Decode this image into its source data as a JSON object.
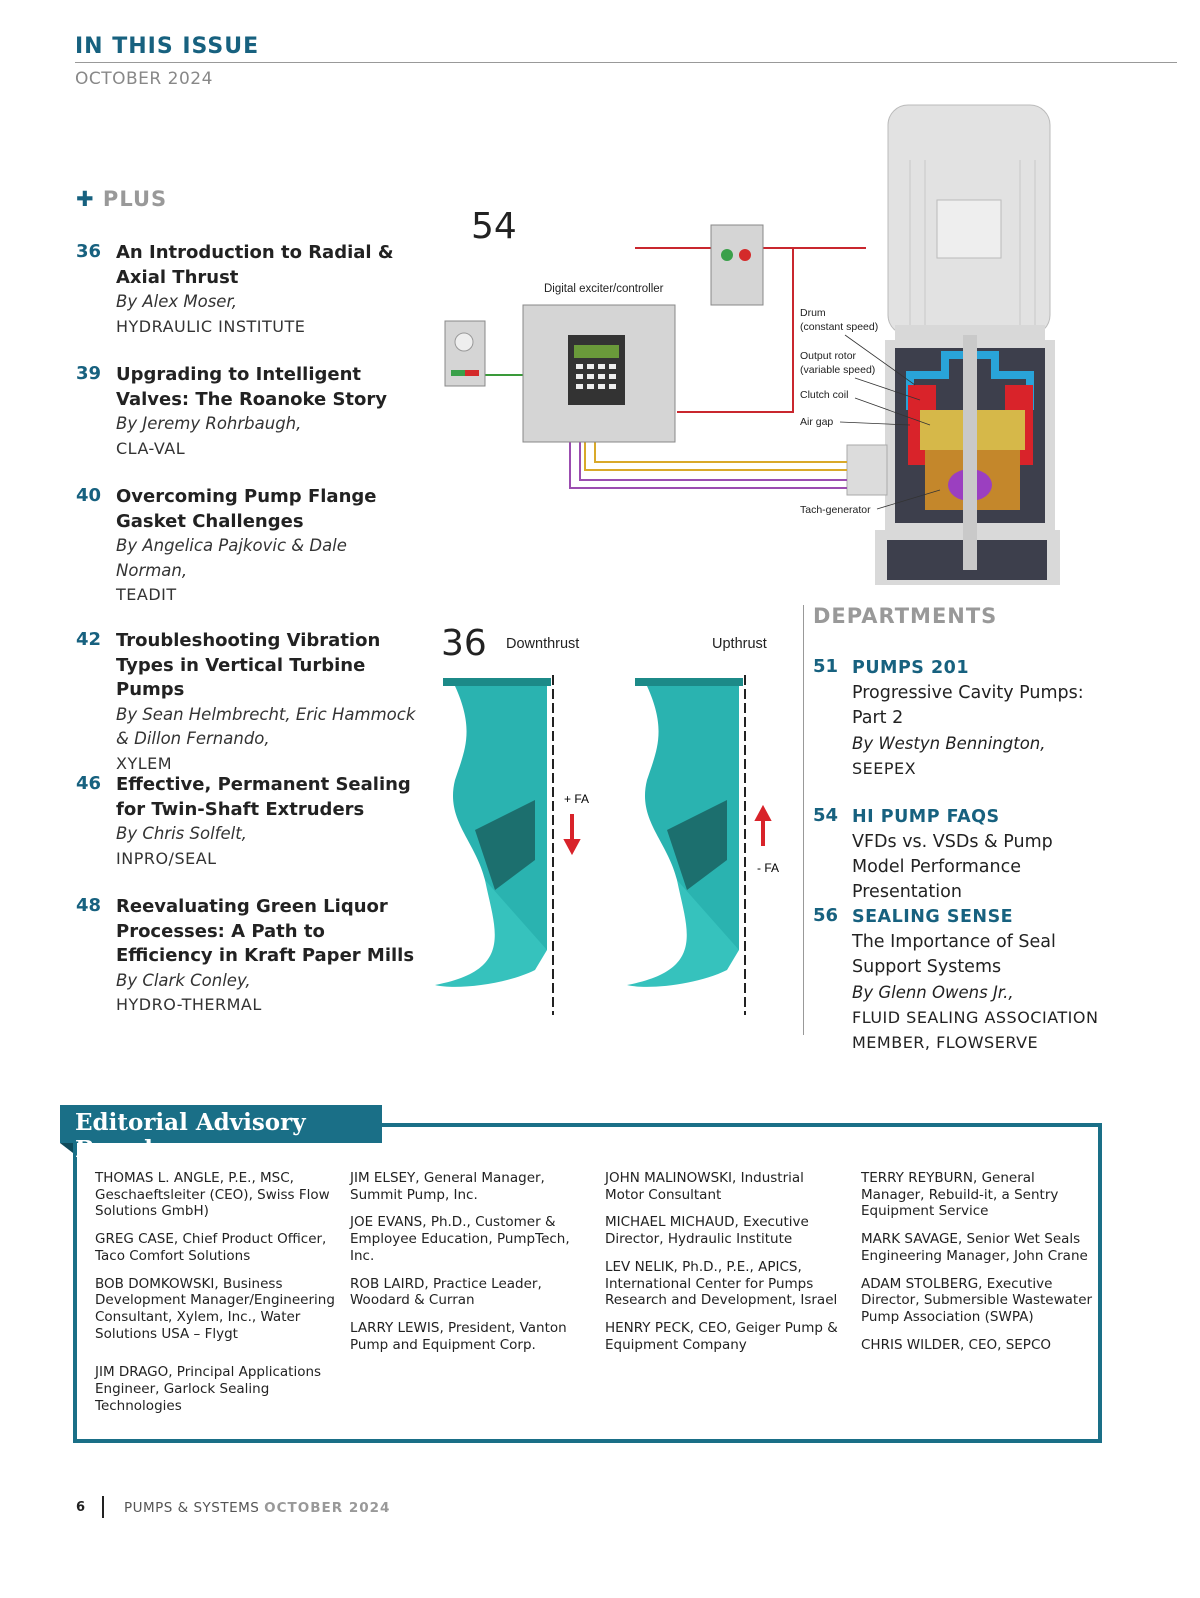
{
  "header": {
    "title": "IN THIS ISSUE",
    "date": "OCTOBER 2024"
  },
  "plus": {
    "icon": "plus-icon",
    "label": "PLUS"
  },
  "articles": [
    {
      "num": "36",
      "title": "An Introduction to Radial & Axial Thrust",
      "by": "By Alex Moser,",
      "org": "HYDRAULIC INSTITUTE"
    },
    {
      "num": "39",
      "title": "Upgrading to Intelligent Valves: The Roanoke Story",
      "by": "By Jeremy Rohrbaugh,",
      "org": "CLA-VAL"
    },
    {
      "num": "40",
      "title": "Overcoming Pump Flange Gasket Challenges",
      "by": "By Angelica Pajkovic & Dale Norman,",
      "org": "TEADIT"
    },
    {
      "num": "42",
      "title": "Troubleshooting Vibration Types in Vertical Turbine Pumps",
      "by": "By Sean Helmbrecht, Eric Hammock & Dillon Fernando,",
      "org": "XYLEM"
    },
    {
      "num": "46",
      "title": "Effective, Permanent Sealing for Twin-Shaft Extruders",
      "by": "By Chris Solfelt,",
      "org": "INPRO/SEAL"
    },
    {
      "num": "48",
      "title": "Reevaluating Green Liquor Processes: A Path to Efficiency in Kraft Paper Mills",
      "by": "By Clark Conley,",
      "org": "HYDRO-THERMAL"
    }
  ],
  "figure54": {
    "num": "54",
    "controller_label": "Digital exciter/controller",
    "labels": [
      "Drum",
      "(constant speed)",
      "Output rotor",
      "(variable speed)",
      "Clutch coil",
      "Air gap",
      "Tach-generator"
    ]
  },
  "figure36": {
    "num": "36",
    "left_label": "Downthrust",
    "right_label": "Upthrust",
    "force_down": "+ FA",
    "force_up": "- FA"
  },
  "departments": {
    "title": "DEPARTMENTS",
    "items": [
      {
        "num": "51",
        "section": "PUMPS 201",
        "title": "Progressive Cavity Pumps: Part 2",
        "by": "By Westyn Bennington,",
        "org": "SEEPEX"
      },
      {
        "num": "54",
        "section": "HI PUMP FAQS",
        "title": "VFDs vs. VSDs & Pump Model Performance Presentation"
      },
      {
        "num": "56",
        "section": "SEALING SENSE",
        "title": "The Importance of Seal Support Systems",
        "by": "By Glenn Owens Jr.,",
        "org": "FLUID SEALING ASSOCIATION MEMBER, FLOWSERVE"
      }
    ]
  },
  "board": {
    "title": "Editorial Advisory Board",
    "columns": [
      [
        "THOMAS L. ANGLE, P.E., MSC, Geschaeftsleiter (CEO), Swiss Flow Solutions GmbH)",
        "GREG CASE, Chief Product Officer, Taco Comfort Solutions",
        "BOB DOMKOWSKI, Business Development Manager/Engineering Consultant, Xylem, Inc., Water Solutions USA – Flygt",
        "JIM DRAGO, Principal Applications Engineer, Garlock Sealing Technologies"
      ],
      [
        "JIM ELSEY, General Manager, Summit Pump, Inc.",
        "JOE EVANS, Ph.D., Customer & Employee Education, PumpTech, Inc.",
        "ROB LAIRD, Practice Leader, Woodard & Curran",
        "LARRY LEWIS, President, Vanton Pump and Equipment Corp."
      ],
      [
        "JOHN MALINOWSKI, Industrial Motor Consultant",
        "MICHAEL MICHAUD, Executive Director, Hydraulic Institute",
        "LEV NELIK, Ph.D., P.E., APICS, International Center for Pumps Research and Development, Israel",
        "HENRY PECK, CEO, Geiger Pump & Equipment Company"
      ],
      [
        "TERRY REYBURN, General Manager, Rebuild-it, a Sentry Equipment Service",
        "MARK SAVAGE, Senior Wet Seals Engineering Manager, John Crane",
        "ADAM STOLBERG, Executive Director, Submersible Wastewater Pump Association (SWPA)",
        "CHRIS WILDER, CEO, SEPCO"
      ]
    ]
  },
  "footer": {
    "page": "6",
    "magazine": "PUMPS & SYSTEMS",
    "issue": "OCTOBER 2024"
  },
  "colors": {
    "accent": "#17617f",
    "board": "#1a6f87",
    "muted": "#999999"
  }
}
